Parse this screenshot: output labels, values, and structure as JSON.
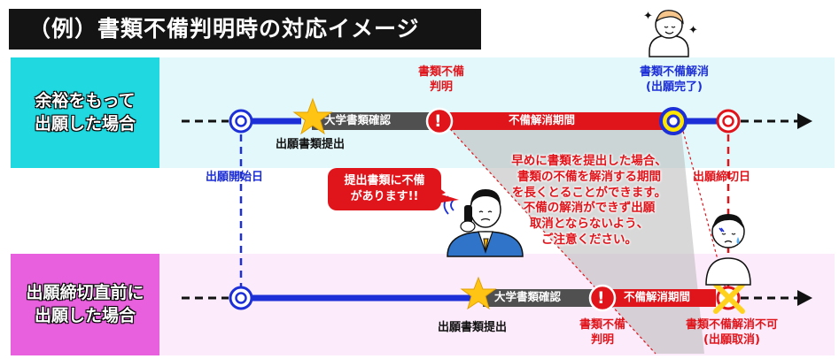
{
  "title": "（例）書類不備判明時の対応イメージ",
  "rows": {
    "early_label": "余裕をもって\n出願した場合",
    "late_label": "出願締切直前に\n出願した場合"
  },
  "timeline_top": {
    "university_check": "大学書類確認",
    "submit": "出願書類提出",
    "defect_found_1": "書類不備",
    "defect_found_2": "判明",
    "period": "不備解消期間",
    "resolved_1": "書類不備解消",
    "resolved_2": "(出願完了)"
  },
  "milestones": {
    "start": "出願開始日",
    "deadline": "出願締切日"
  },
  "bubble": {
    "line1": "提出書類に不備",
    "line2": "があります!!"
  },
  "note": [
    "早めに書類を提出した場合、",
    "書類の不備を解消する期間",
    "を長くとることができます。",
    "不備の解消ができず出願",
    "取消とならないよう、",
    "ご注意ください。"
  ],
  "timeline_bottom": {
    "university_check": "大学書類確認",
    "submit": "出願書類提出",
    "period": "不備解消期間",
    "defect_found_1": "書類不備",
    "defect_found_2": "判明",
    "unresolved_1": "書類不備解消不可",
    "unresolved_2": "(出願取消)"
  },
  "colors": {
    "navy": "#1d2fd6",
    "red": "#e0141b",
    "cyan": "#1fd8e0",
    "magenta": "#e860dd",
    "yellow": "#ffd21f",
    "gray": "#505050"
  }
}
